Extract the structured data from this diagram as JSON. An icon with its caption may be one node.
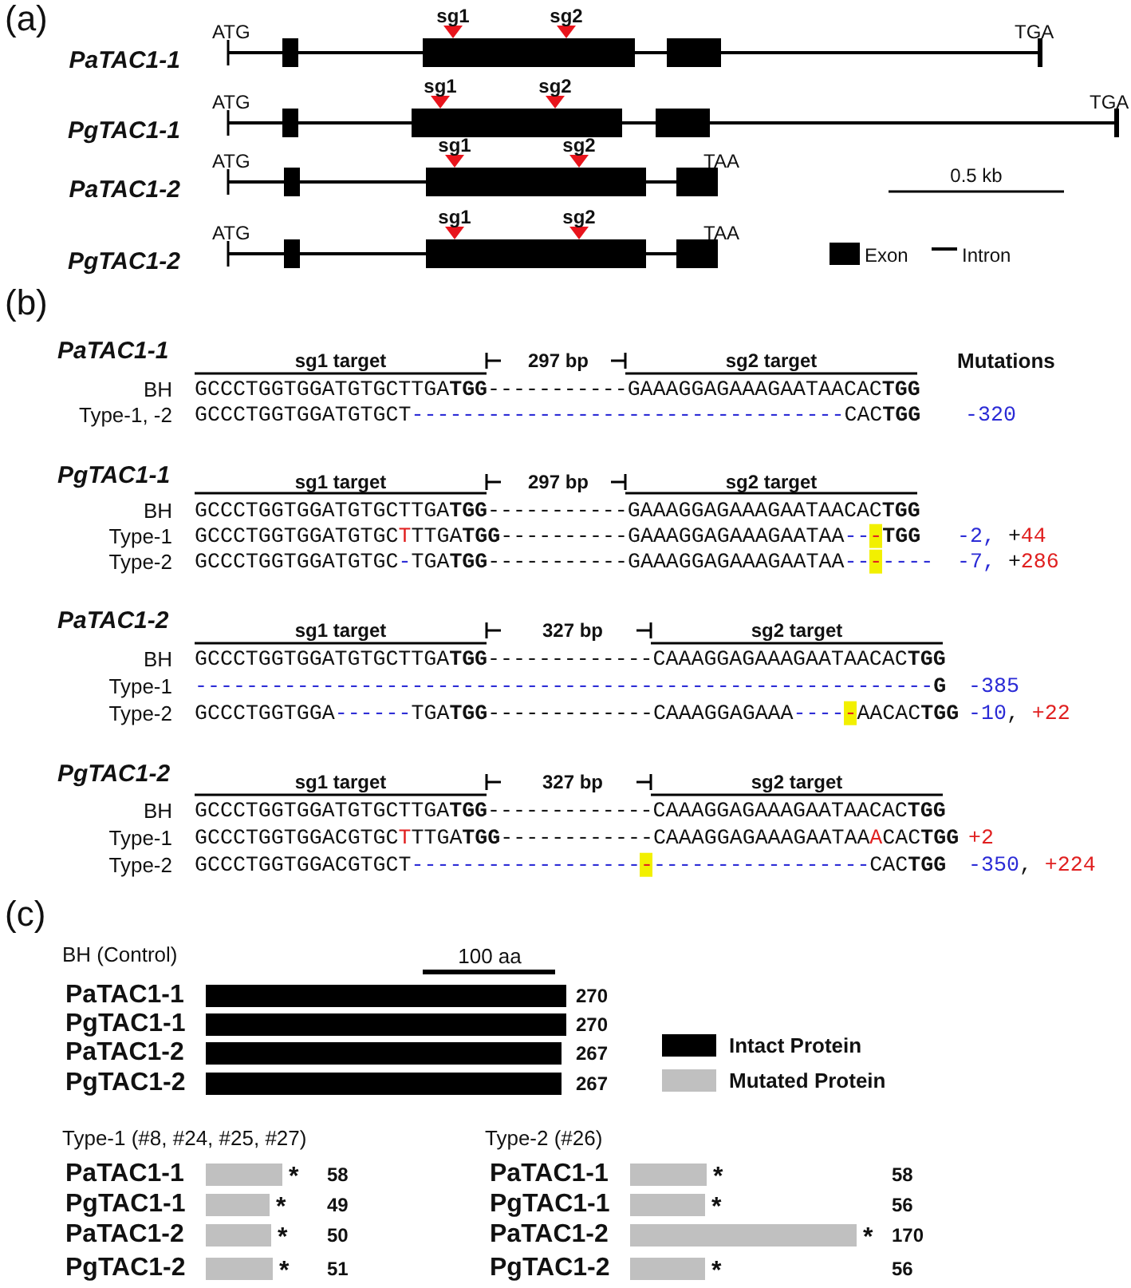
{
  "diagram": {
    "labels": [
      "(a)",
      "ATG",
      "sg1",
      "sg2",
      "TGA",
      "PaTAC1-1",
      "ATG",
      "sg1",
      "sg2",
      "TGA",
      "PgTAC1-1",
      "ATG",
      "sg1",
      "sg2",
      "TAA",
      "0.5 kb",
      "PaTAC1-2",
      "ATG",
      "sg1",
      "sg2",
      "TAA",
      "PgTAC1-2",
      "(b)",
      "PaTAC1-1",
      "sg1 target",
      "297 bp",
      "sg2 target",
      "Mutations",
      "BH",
      "GCCCTGGTGGATGTGCTTGA**TGG**-----------GAAAGGAGAAAGAATAACAC**TGG**",
      "Type-1, -2",
      "GCCCTGGTGGATGTGCT----------------------------------CAC**TGG**",
      "-320",
      "PgTAC1-1",
      "sg1 target",
      "297 bp",
      "sg2 target",
      "BH",
      "GCCCTGGTGGATGTGCTTGA**TGG**-----------GAAAGGAGAAAGAATAACAC**TGG**",
      "Type-1",
      "GCCCTGGTGGATGTGCTTTGA**TGG**----------GAAAGGAGAAAGAATAA---**TGG**",
      "-2, +44",
      "Type-2",
      "GCCCTGGTGGATGTGC-TGA**TGG**-----------GAAAGGAGAAAGAATAA-------",
      "-7, +286",
      "PaTAC1-2",
      "sg1 target",
      "327 bp",
      "sg2 target",
      "BH",
      "GCCCTGGTGGATGTGCTTGA**TGG**-------------CAAAGGAGAAAGAATAACAC**TGG**",
      "Type-1",
      "----------------------------------------------------------**G**",
      "-385",
      "Type-2",
      "GCCCTGGTGGA------TGA**TGG**-------------CAAAGGAGAAA-----AACAC**TGG**",
      "-10, +22",
      "PgTAC1-2",
      "sg1 target",
      "327 bp",
      "sg2 target",
      "BH",
      "GCCCTGGTGGATGTGCTTGA**TGG**-------------CAAAGGAGAAAGAATAACAC**TGG**",
      "Type-1",
      "GCCCTGGTGGACGTGCTTTGA**TGG**------------CAAAGGAGAAAGAATAAACAC**TGG**",
      "+2",
      "Type-2",
      "GCCCTGGTGGACGTGCT------------------------------------CAC**TGG**",
      "-350, +224",
      "(c)",
      "BH (Control)",
      "100 aa",
      "PaTAC1-1",
      "270",
      "PgTAC1-1",
      "270",
      "PaTAC1-2",
      "267",
      "PgTAC1-2",
      "267",
      "Type-1 (#8, #24, #25, #27)",
      "Type-2 (#26)",
      "PaTAC1-1",
      "*",
      "58",
      "PaTAC1-1",
      "*",
      "58",
      "PgTAC1-1",
      "*",
      "49",
      "PgTAC1-1",
      "*",
      "56",
      "PaTAC1-2",
      "*",
      "50",
      "PaTAC1-2",
      "*",
      "170",
      "PgTAC1-2",
      "*",
      "51",
      "PgTAC1-2",
      "*",
      "56"
    ],
    "legend": [
      {
        "text": "Exon",
        "color": "#000000"
      },
      {
        "text": "Intron"
      },
      {
        "text": "Intact Protein",
        "color": "#000000"
      },
      {
        "text": "Mutated Protein",
        "color": "#c0c0c0"
      }
    ]
  }
}
